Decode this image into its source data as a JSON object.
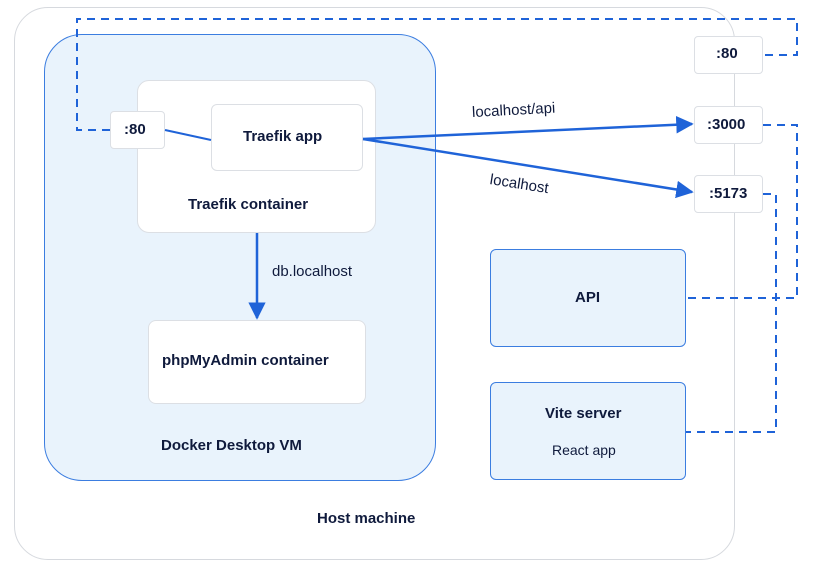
{
  "diagram": {
    "host_label": "Host machine",
    "vm_label": "Docker Desktop VM",
    "traefik_container_label": "Traefik container",
    "traefik_app_label": "Traefik app",
    "phpmyadmin_label": "phpMyAdmin container",
    "api_label": "API",
    "vite_label": "Vite server",
    "vite_sub_label": "React app",
    "ports": {
      "vm_80": ":80",
      "host_80": ":80",
      "host_3000": ":3000",
      "host_5173": ":5173"
    },
    "edges": {
      "api_route": "localhost/api",
      "vite_route": "localhost",
      "db_route": "db.localhost"
    },
    "colors": {
      "accent": "#1f63d8",
      "vm_fill": "#e9f3fc",
      "text": "#0f1a3c"
    }
  }
}
